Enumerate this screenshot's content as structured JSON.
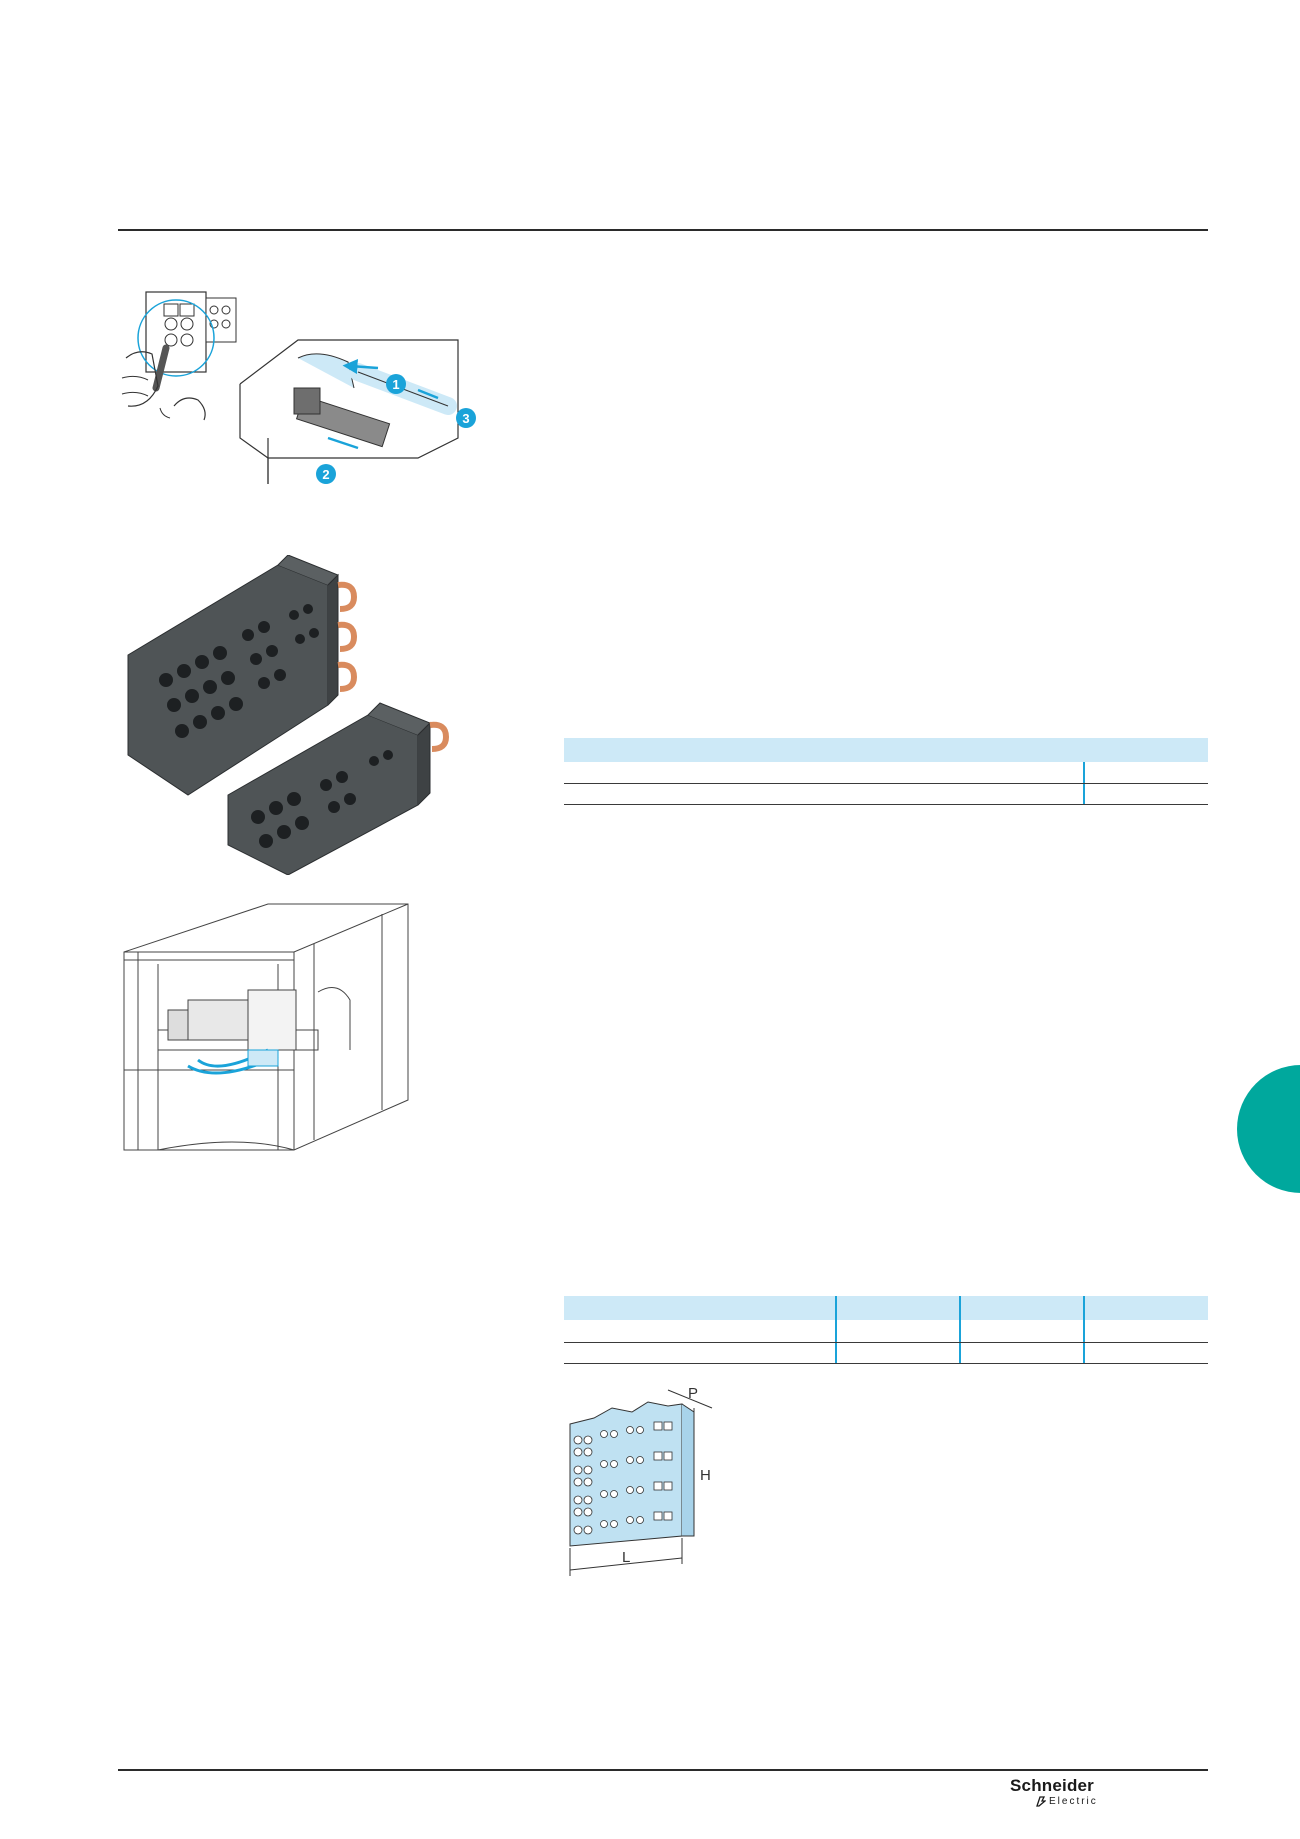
{
  "brand": {
    "name": "Schneider",
    "sub": "Electric"
  },
  "figure_wiring": {
    "steps": [
      "1",
      "2",
      "3"
    ]
  },
  "figure_dimensions": {
    "labels": {
      "depth": "P",
      "height": "H",
      "length": "L"
    }
  },
  "colors": {
    "accent_tab": "#00a89d",
    "table_header": "#cde9f7",
    "table_separator": "#1aa3d9"
  }
}
